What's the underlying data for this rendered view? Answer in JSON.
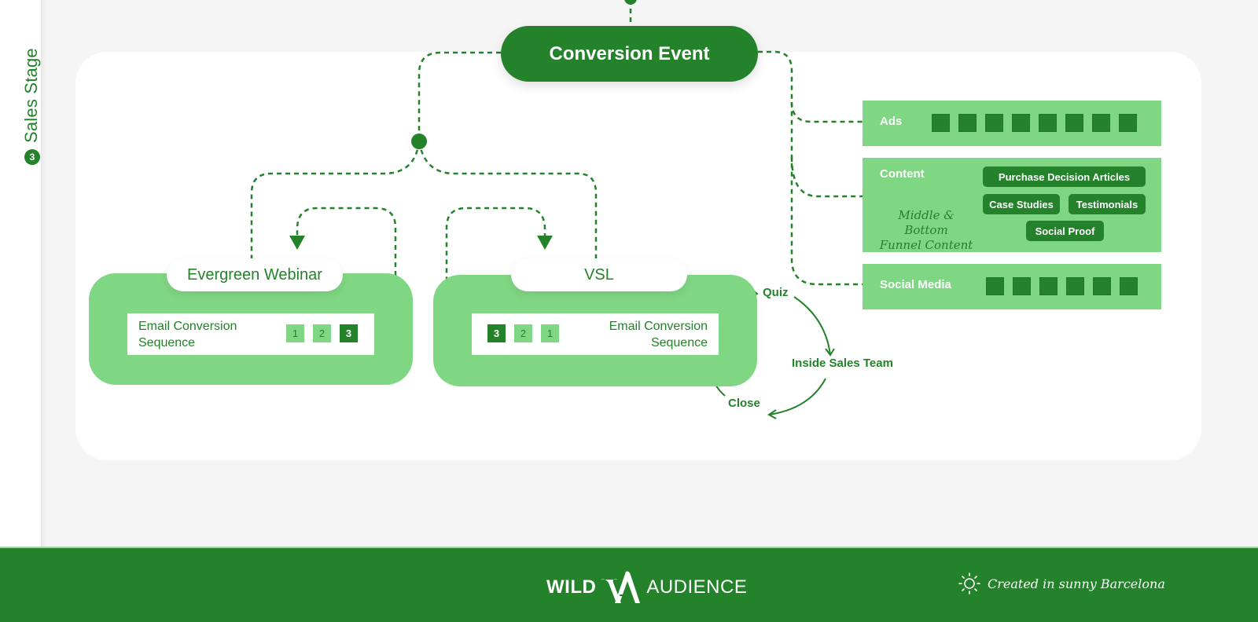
{
  "sidebar": {
    "stage_number": "3",
    "stage_label": "Sales Stage"
  },
  "diagram": {
    "conversion_event": "Conversion Event",
    "funnels": [
      {
        "title": "Evergreen Webinar",
        "email_label_line1": "Email Conversion",
        "email_label_line2": "Sequence",
        "sequence": [
          "1",
          "2",
          "3"
        ],
        "active_step": "3"
      },
      {
        "title": "VSL",
        "email_label_line1": "Email Conversion",
        "email_label_line2": "Sequence",
        "sequence": [
          "3",
          "2",
          "1"
        ],
        "active_step": "3"
      }
    ],
    "sales_cycle": {
      "quiz": "Quiz",
      "inside_sales": "Inside Sales Team",
      "close": "Close"
    },
    "channels": {
      "ads": {
        "label": "Ads",
        "square_count": 8
      },
      "content": {
        "label": "Content",
        "note_line1": "Middle & Bottom",
        "note_line2": "Funnel Content",
        "chips": [
          "Purchase Decision Articles",
          "Case Studies",
          "Testimonials",
          "Social Proof"
        ]
      },
      "social": {
        "label": "Social Media",
        "square_count": 6
      }
    }
  },
  "footer": {
    "logo_left": "WILD",
    "logo_right": "AUDIENCE",
    "tagline": "Created in sunny Barcelona"
  },
  "colors": {
    "brand_green": "#23822a",
    "light_green": "#7fd683",
    "panel_bg": "#ffffff",
    "page_bg": "#f5f5f5"
  }
}
